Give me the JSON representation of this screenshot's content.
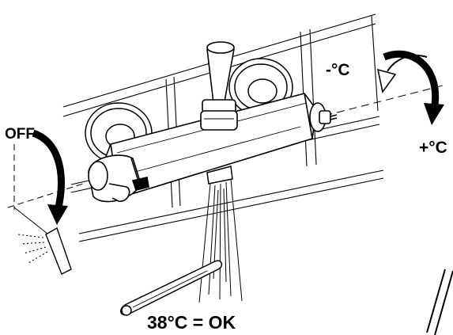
{
  "labels": {
    "off": "OFF",
    "cooler": "-°C",
    "warmer": "+°C",
    "target": "38°C = OK"
  }
}
